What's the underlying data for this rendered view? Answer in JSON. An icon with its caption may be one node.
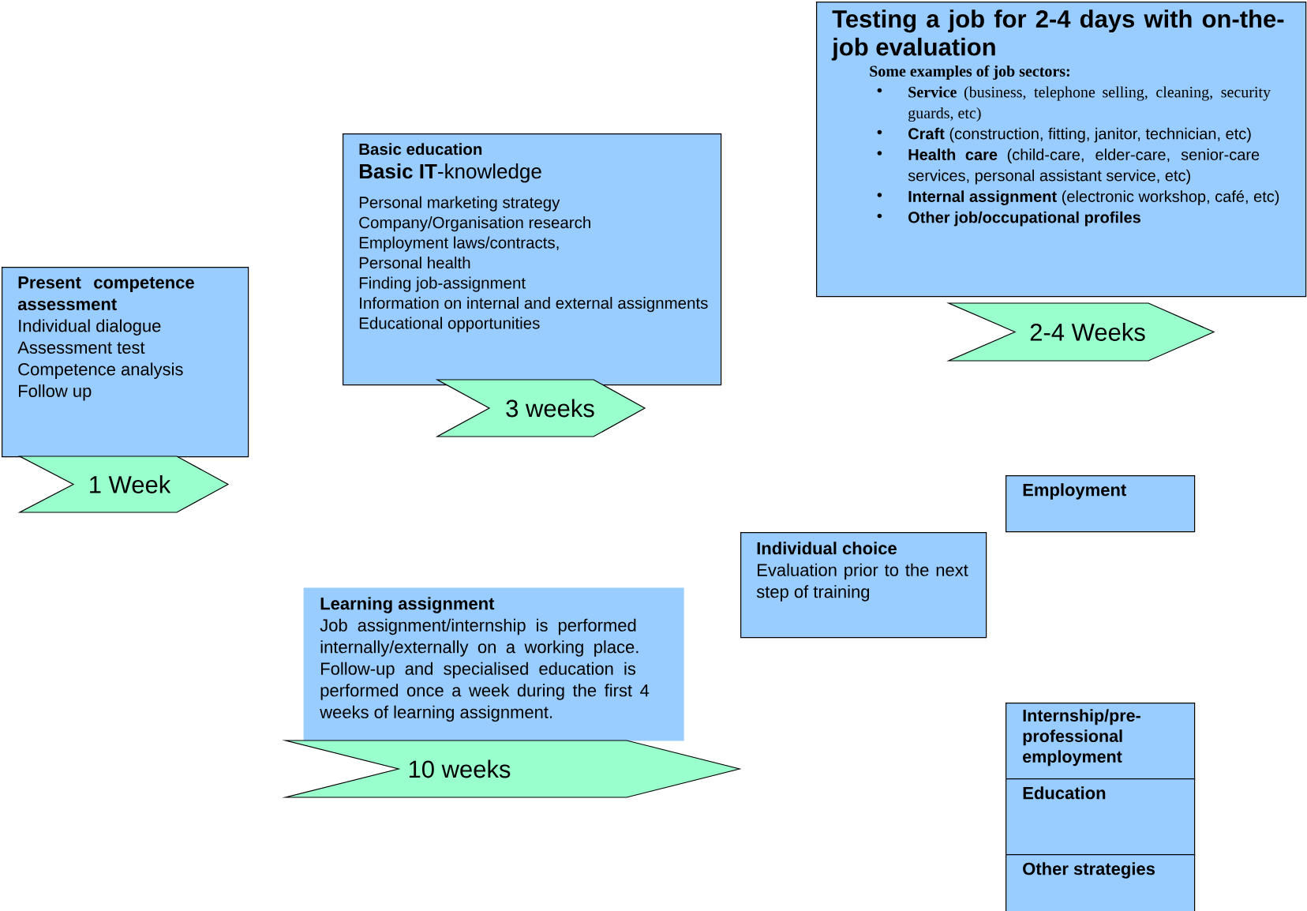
{
  "diagram": {
    "nodes": [
      {
        "text": [
          "Present competence assessment",
          "Individual dialogue",
          "Assessment test",
          "Competence analysis",
          "Follow up"
        ]
      },
      {
        "text": [
          "1 Week"
        ]
      },
      {
        "text": [
          "Basic education",
          "**Basic IT**-knowledge",
          "Personal marketing strategy",
          "Company/Organisation research",
          "Employment laws/contracts,",
          "Personal health",
          "Finding job-assignment",
          "Information on internal and external assignments",
          "Educational opportunities"
        ]
      },
      {
        "text": [
          "3 weeks"
        ]
      },
      {
        "text": [
          "Testing a job for 2-4 days with on-the-job evaluation",
          "Some examples of job sectors:",
          "**Service** (business, telephone selling, cleaning, security guards, etc)",
          "**Craft** (construction, fitting, janitor, technician, etc)",
          "**Health care** (child-care, elder-care, senior-care services, personal assistant service, etc)",
          "**Internal assignment** (electronic workshop, café, etc)",
          "Other job/occupational profiles"
        ]
      },
      {
        "text": [
          "2-4 Weeks"
        ]
      },
      {
        "text": [
          "Learning assignment",
          "Job assignment/internship is performed internally/externally on a working place. Follow-up and specialised education is performed once a week during the first 4 weeks of learning assignment."
        ]
      },
      {
        "text": [
          "10 weeks"
        ]
      },
      {
        "text": [
          "Individual choice",
          "Evaluation prior to the next step of training"
        ]
      },
      {
        "text": [
          "Employment"
        ]
      },
      {
        "text": [
          "Internship/pre-professional employment"
        ]
      },
      {
        "text": [
          "Education"
        ]
      },
      {
        "text": [
          "Other strategies"
        ]
      }
    ]
  }
}
